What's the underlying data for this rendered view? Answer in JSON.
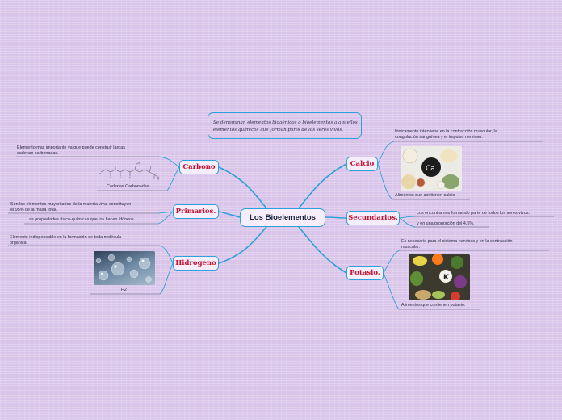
{
  "root": {
    "label": "Los Bioelementos"
  },
  "intro_note": {
    "line1": "Se denominan elementos biogénicos o bioelementos a aquellos",
    "line2": "elementos químicos que forman parte de los seres vivos."
  },
  "carbono": {
    "label": "Carbono",
    "desc_line1": "Elemento mas importante ya que puede construir largas",
    "desc_line2": "cadenas carbonadas.",
    "image_caption": "Cadenas Carbonadas"
  },
  "primarios": {
    "label": "Primarios.",
    "desc_line1": "Son los elementos mayoritarios de la materia viva, constituyen",
    "desc_line2": "el 95% de la masa total.",
    "desc2": "Las propiedades físico-químicas que los hacen idóneos ."
  },
  "hidrogeno": {
    "label": "Hidrogeno",
    "desc_line1": "Elemento indispensable en la formación de toda molécula",
    "desc_line2": "orgánica.",
    "image_caption": "H2"
  },
  "calcio": {
    "label": "Calcio",
    "desc_line1": "Iónicamente interviene en la contracción muscular, la",
    "desc_line2": "coagulación sanguínea y el impulso nervioso.",
    "image_symbol": "Ca",
    "image_caption": "Alimentos que contienen calcio"
  },
  "secundarios": {
    "label": "Secundarios.",
    "desc1": "Los encontramos formando parte de todos los seres vivos.",
    "desc2": "y en una proporción del 4,5%."
  },
  "potasio": {
    "label": "Potasio.",
    "desc_line1": "Es necesario para el sistema nervioso y en la contracción",
    "desc_line2": "muscular.",
    "image_symbol": "K",
    "image_caption": "Alimentos que contienen potasio."
  },
  "colors": {
    "connector": "#2ea0dc",
    "branch_label": "#c8102e",
    "underline": "#7e7e9a"
  }
}
